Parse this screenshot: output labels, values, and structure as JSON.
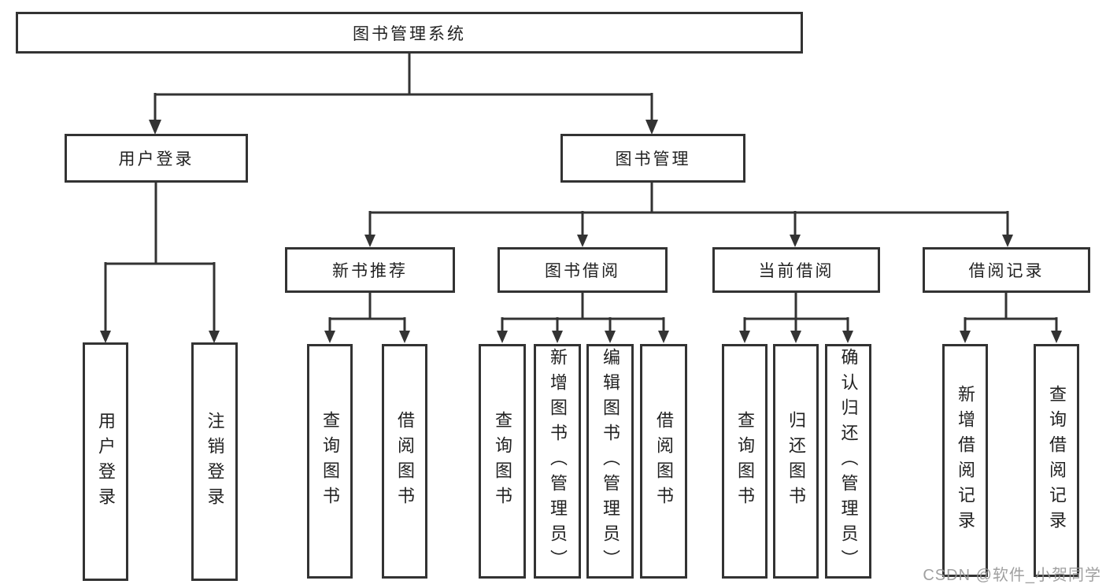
{
  "diagram": {
    "type": "function-structure-tree",
    "title": "图书管理系统",
    "watermark": "CSDN @软件_小贺同学",
    "colors": {
      "line": "#333333",
      "box_border": "#333333",
      "box_background": "#ffffff",
      "text": "#222222",
      "watermark": "#969696"
    },
    "nodes": {
      "root": {
        "label": "图书管理系统",
        "children": [
          "user_login",
          "book_mgmt"
        ]
      },
      "user_login": {
        "label": "用户登录",
        "children": [
          "login",
          "logout"
        ]
      },
      "book_mgmt": {
        "label": "图书管理",
        "children": [
          "new_book_rec",
          "book_borrow",
          "current_borrow",
          "borrow_record"
        ]
      },
      "login": {
        "label": "用户登录",
        "children": []
      },
      "logout": {
        "label": "注销登录",
        "children": []
      },
      "new_book_rec": {
        "label": "新书推荐",
        "children": [
          "rec_query_book",
          "rec_borrow_book"
        ]
      },
      "book_borrow": {
        "label": "图书借阅",
        "children": [
          "bb_query_book",
          "bb_add_book",
          "bb_edit_book",
          "bb_borrow_book"
        ]
      },
      "current_borrow": {
        "label": "当前借阅",
        "children": [
          "cb_query_book",
          "cb_return_book",
          "cb_confirm_return"
        ]
      },
      "borrow_record": {
        "label": "借阅记录",
        "children": [
          "br_add_record",
          "br_query_record"
        ]
      },
      "rec_query_book": {
        "label": "查询图书",
        "children": []
      },
      "rec_borrow_book": {
        "label": "借阅图书",
        "children": []
      },
      "bb_query_book": {
        "label": "查询图书",
        "children": []
      },
      "bb_add_book": {
        "label": "新增图书（管理员）",
        "children": []
      },
      "bb_edit_book": {
        "label": "编辑图书（管理员）",
        "children": []
      },
      "bb_borrow_book": {
        "label": "借阅图书",
        "children": []
      },
      "cb_query_book": {
        "label": "查询图书",
        "children": []
      },
      "cb_return_book": {
        "label": "归还图书",
        "children": []
      },
      "cb_confirm_return": {
        "label": "确认归还（管理员）",
        "children": []
      },
      "br_add_record": {
        "label": "新增借阅记录",
        "children": []
      },
      "br_query_record": {
        "label": "查询借阅记录",
        "children": []
      }
    }
  }
}
